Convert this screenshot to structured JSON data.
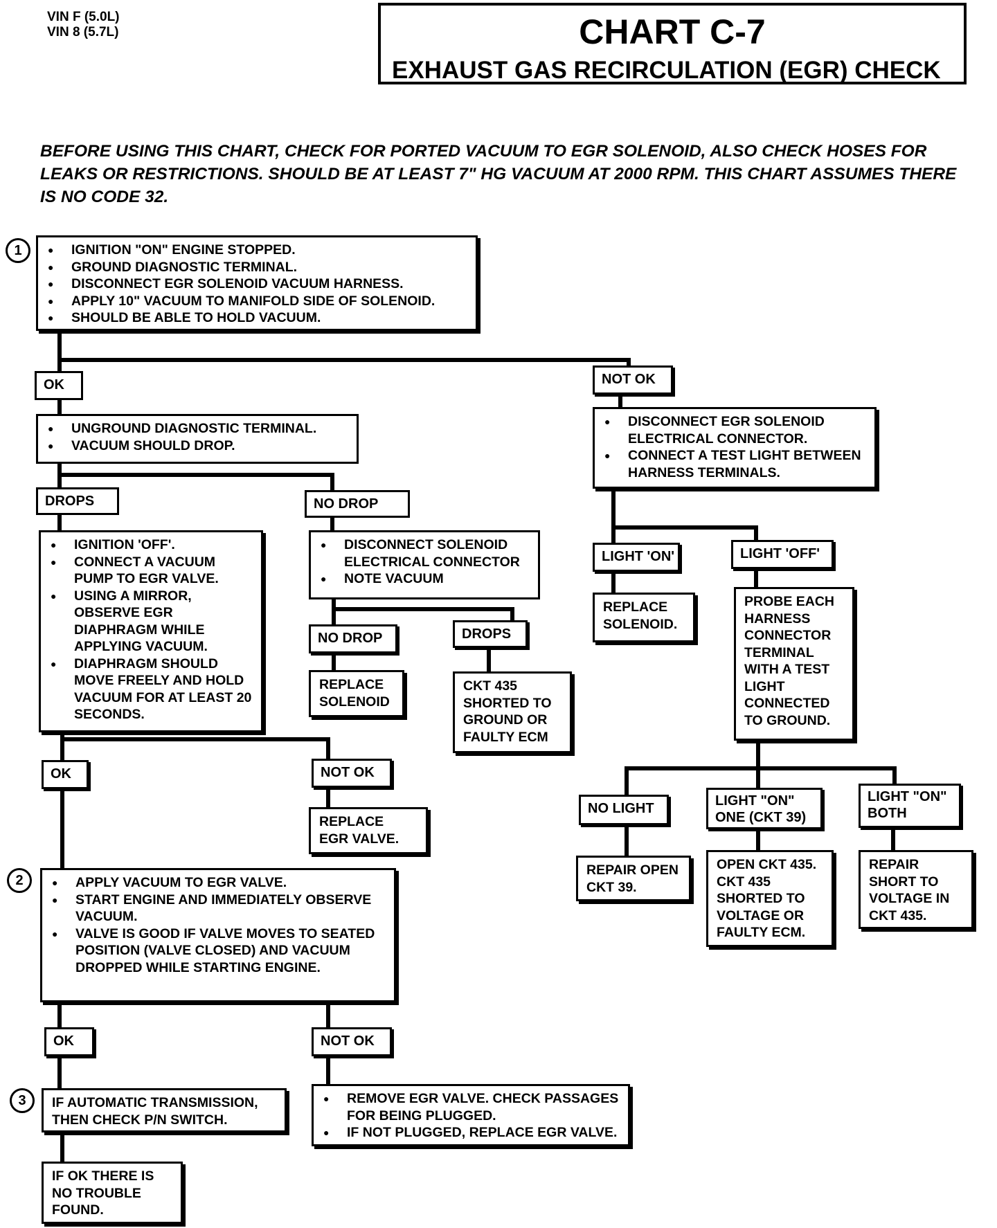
{
  "header": {
    "vin_lines": [
      "VIN F (5.0L)",
      "VIN 8 (5.7L)"
    ],
    "title": "CHART C-7",
    "subtitle": "EXHAUST GAS RECIRCULATION (EGR) CHECK"
  },
  "intro": "BEFORE USING THIS CHART, CHECK FOR PORTED VACUUM TO EGR SOLENOID, ALSO CHECK HOSES FOR LEAKS OR RESTRICTIONS.  SHOULD BE AT LEAST 7\" HG VACUUM AT 2000 RPM.  THIS CHART ASSUMES THERE IS NO CODE 32.",
  "steps": [
    "1",
    "2",
    "3"
  ],
  "boxes": {
    "step1": [
      "IGNITION \"ON\" ENGINE STOPPED.",
      "GROUND DIAGNOSTIC TERMINAL.",
      "DISCONNECT EGR SOLENOID VACUUM HARNESS.",
      "APPLY 10\" VACUUM TO MANIFOLD SIDE OF SOLENOID.",
      "SHOULD BE ABLE TO HOLD VACUUM."
    ],
    "unground": [
      "UNGROUND DIAGNOSTIC TERMINAL.",
      "VACUUM SHOULD DROP."
    ],
    "disconnect_connector": [
      "DISCONNECT EGR SOLENOID ELECTRICAL CONNECTOR.",
      "CONNECT A TEST LIGHT BETWEEN HARNESS TERMINALS."
    ],
    "ignition_off": [
      "IGNITION 'OFF'.",
      "CONNECT A VACUUM PUMP TO EGR VALVE.",
      "USING A MIRROR, OBSERVE EGR DIAPHRAGM WHILE APPLYING VACUUM.",
      "DIAPHRAGM SHOULD MOVE FREELY AND HOLD VACUUM FOR AT LEAST 20 SECONDS."
    ],
    "note_vacuum": [
      "DISCONNECT SOLENOID ELECTRICAL CONNECTOR",
      "NOTE VACUUM"
    ],
    "replace_solenoid_light": "REPLACE\nSOLENOID.",
    "probe": "PROBE EACH\nHARNESS\nCONNECTOR\nTERMINAL\nWITH A TEST\nLIGHT\nCONNECTED\nTO GROUND.",
    "replace_solenoid": "REPLACE\nSOLENOID",
    "ckt_shorted": "CKT 435\nSHORTED TO\nGROUND OR\nFAULTY ECM",
    "replace_egr": "REPLACE\nEGR VALVE.",
    "repair_open": "REPAIR OPEN\nCKT 39.",
    "open_ckt": "OPEN CKT 435.\nCKT 435\nSHORTED TO\nVOLTAGE OR\nFAULTY ECM.",
    "repair_short": "REPAIR\nSHORT TO\nVOLTAGE IN\nCKT 435.",
    "step2": [
      "APPLY VACUUM TO EGR VALVE.",
      "START ENGINE AND IMMEDIATELY OBSERVE    VACUUM.",
      "VALVE IS GOOD IF VALVE MOVES TO SEATED POSITION (VALVE CLOSED) AND VACUUM DROPPED WHILE STARTING ENGINE."
    ],
    "step3": "IF AUTOMATIC TRANSMISSION,\nTHEN CHECK P/N SWITCH.",
    "remove_egr": [
      "REMOVE EGR VALVE.  CHECK PASSAGES FOR BEING PLUGGED.",
      "IF NOT PLUGGED, REPLACE EGR VALVE."
    ],
    "no_trouble": "IF OK THERE IS\nNO TROUBLE\nFOUND."
  },
  "labels": {
    "ok1": "OK",
    "notok1": "NOT OK",
    "drops1": "DROPS",
    "nodrop1": "NO  DROP",
    "light_on": "LIGHT 'ON'",
    "light_off": "LIGHT 'OFF'",
    "nodrop2": "NO DROP",
    "drops2": "DROPS",
    "ok2": "OK",
    "notok2": "NOT OK",
    "no_light": "NO LIGHT",
    "light_one": "LIGHT \"ON\"\nONE (CKT 39)",
    "light_both": "LIGHT \"ON\"\nBOTH",
    "ok3": "OK",
    "notok3": "NOT OK"
  }
}
